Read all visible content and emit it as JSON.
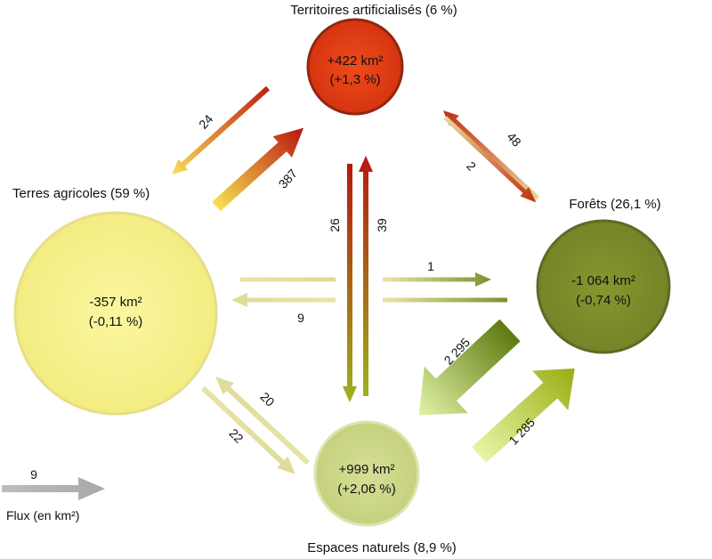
{
  "nodes": {
    "artificial": {
      "title": "Territoires artificialisés (6 %)",
      "area": "+422 km²",
      "percent": "(+1,3 %)"
    },
    "agricole": {
      "title": "Terres agricoles (59 %)",
      "area": "-357 km²",
      "percent": "(-0,11 %)"
    },
    "forets": {
      "title": "Forêts (26,1 %)",
      "area": "-1 064 km²",
      "percent": "(-0,74 %)"
    },
    "naturels": {
      "title": "Espaces naturels (8,9 %)",
      "area": "+999 km²",
      "percent": "(+2,06 %)"
    }
  },
  "flows": {
    "agri_to_artif": "387",
    "artif_to_agri": "24",
    "forets_to_artif": "48",
    "artif_to_forets": "2",
    "nat_to_artif": "39",
    "artif_to_nat": "26",
    "agri_to_forets": "1",
    "forets_to_agri": "9",
    "agri_to_nat": "22",
    "nat_to_agri": "20",
    "forets_to_nat": "2 295",
    "nat_to_forets": "1 285"
  },
  "legend": {
    "value": "9",
    "label": "Flux (en km²)"
  },
  "colors": {
    "artificial_fill": "#e33d13",
    "agricole_fill": "#f7f08a",
    "forets_fill": "#7f8f2a",
    "naturels_fill": "#cfd98c",
    "flow_red": "#b31a14",
    "flow_yellow": "#f5e25a",
    "flow_olive": "#7f8f2a",
    "flow_light_green": "#dcef9c",
    "flow_beige": "#e3e0a4",
    "legend_gray": "#b0b0b0"
  }
}
